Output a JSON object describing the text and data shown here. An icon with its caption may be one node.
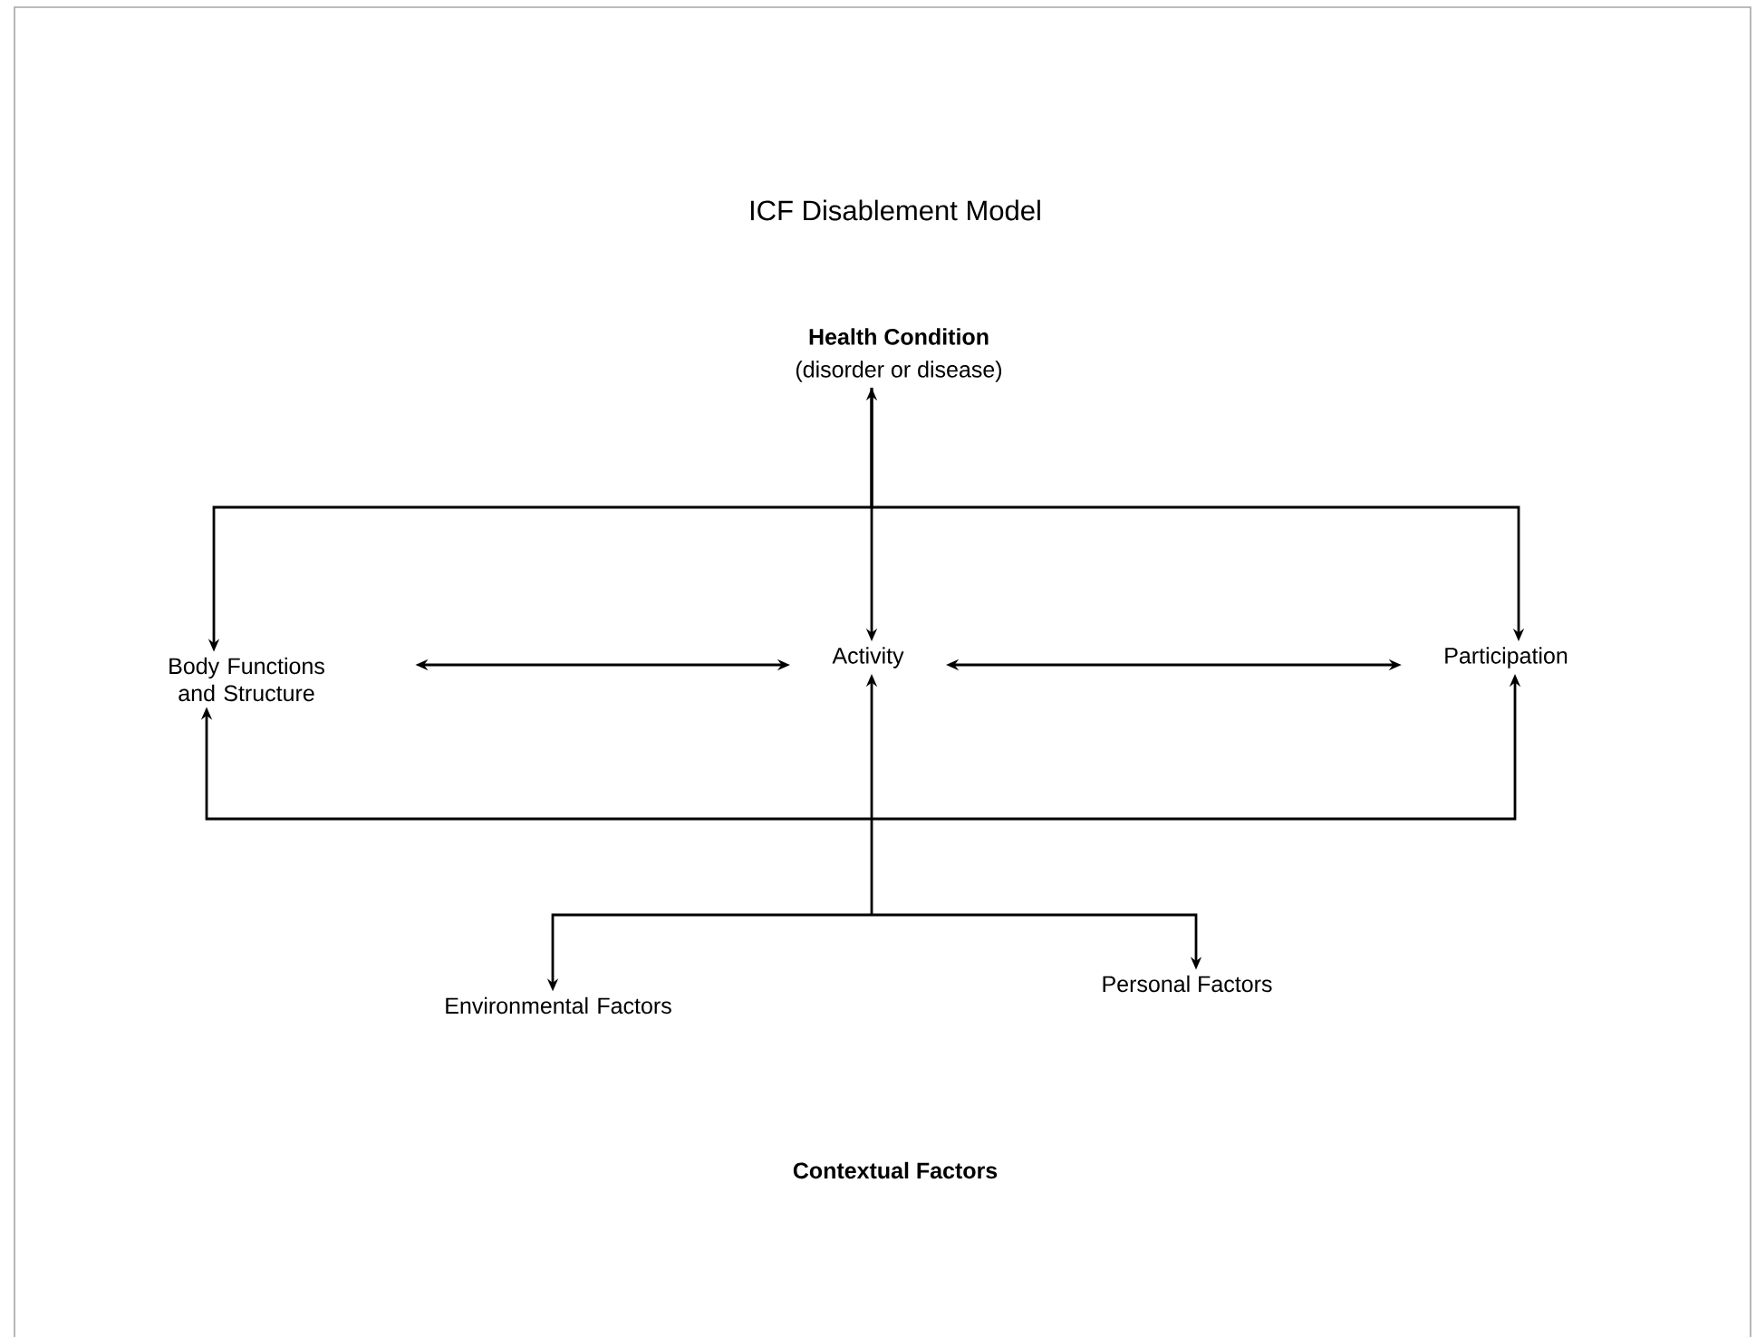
{
  "diagram": {
    "title": "ICF Disablement  Model",
    "nodes": [
      {
        "text": [
          "Health Condition",
          "(disorder or disease)"
        ]
      },
      {
        "text": [
          "Body Functions and Structure"
        ]
      },
      {
        "text": [
          "Activity"
        ]
      },
      {
        "text": [
          "Participation"
        ]
      },
      {
        "text": [
          "Environmental Factors"
        ]
      },
      {
        "text": [
          "Personal Factors"
        ]
      }
    ],
    "edges": [
      {
        "from": 0,
        "to": 2,
        "arrow": "both"
      },
      {
        "from": 0,
        "to": 1,
        "arrow": "to"
      },
      {
        "from": 0,
        "to": 3,
        "arrow": "to"
      },
      {
        "from": 1,
        "to": 2,
        "arrow": "both"
      },
      {
        "from": 2,
        "to": 3,
        "arrow": "both"
      },
      {
        "from": 2,
        "to": 1,
        "arrow": "both"
      },
      {
        "from": 2,
        "to": 3,
        "arrow": "both"
      },
      {
        "from": 2,
        "to": 4,
        "arrow": "both"
      },
      {
        "from": 2,
        "to": 5,
        "arrow": "both"
      }
    ],
    "labels": [
      "Contextual Factors"
    ]
  }
}
